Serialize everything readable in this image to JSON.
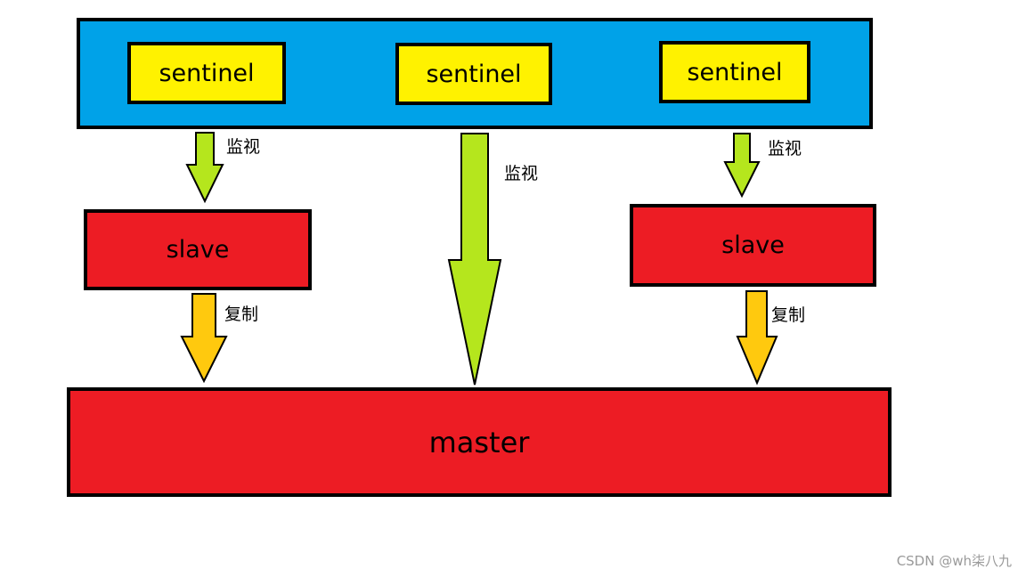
{
  "diagram": {
    "sentinels": [
      {
        "label": "sentinel"
      },
      {
        "label": "sentinel"
      },
      {
        "label": "sentinel"
      }
    ],
    "slaves": [
      {
        "label": "slave"
      },
      {
        "label": "slave"
      }
    ],
    "master": {
      "label": "master"
    },
    "edge_labels": {
      "monitor_left": "监视",
      "monitor_center": "监视",
      "monitor_right": "监视",
      "replicate_left": "复制",
      "replicate_right": "复制"
    },
    "colors": {
      "sentinel_group_bg": "#00a2e8",
      "sentinel_box": "#fff200",
      "node_box": "#ed1c24",
      "monitor_arrow": "#b5e61d",
      "replicate_arrow": "#ffc90e"
    }
  },
  "watermark": "CSDN @wh柒八九"
}
